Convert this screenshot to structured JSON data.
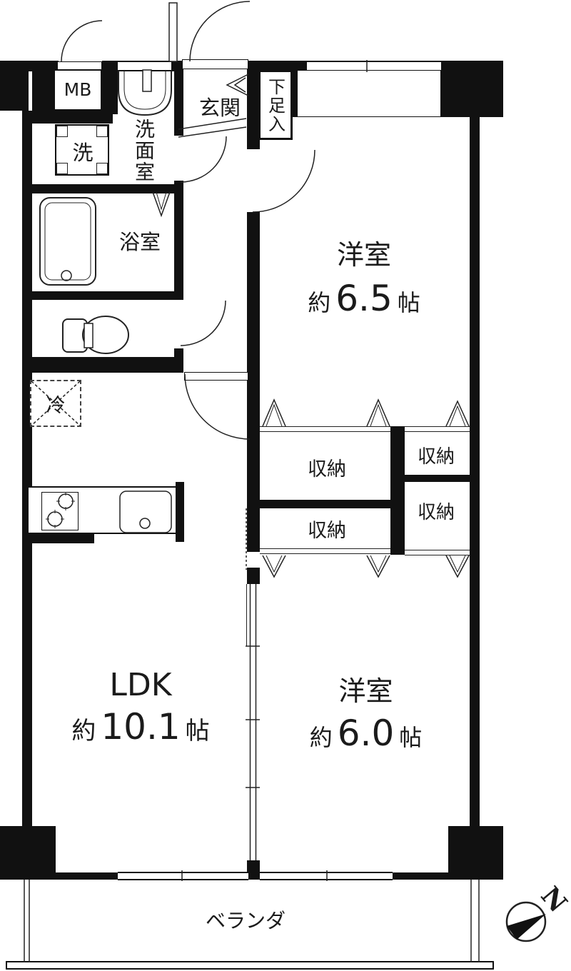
{
  "floorplan": {
    "rooms": {
      "meter_box": {
        "label": "MB"
      },
      "laundry": {
        "label": "洗"
      },
      "washroom": {
        "label": "洗面室"
      },
      "entrance": {
        "label": "玄関"
      },
      "shoe_box": {
        "label": "下足入"
      },
      "bathroom": {
        "label": "浴室"
      },
      "refrigerator": {
        "label": "冷"
      },
      "bedroom_1": {
        "name": "洋室",
        "size_prefix": "約",
        "size_value": "6.5",
        "size_unit": "帖"
      },
      "bedroom_2": {
        "name": "洋室",
        "size_prefix": "約",
        "size_value": "6.0",
        "size_unit": "帖"
      },
      "ldk": {
        "name": "LDK",
        "size_prefix": "約",
        "size_value": "10.1",
        "size_unit": "帖"
      },
      "closets": [
        {
          "label": "収納"
        },
        {
          "label": "収納"
        },
        {
          "label": "収納"
        },
        {
          "label": "収納"
        }
      ],
      "balcony": {
        "label": "ベランダ"
      }
    },
    "compass": {
      "label": "N"
    },
    "colors": {
      "wall": "#111111",
      "line": "#222222",
      "background": "#ffffff"
    }
  }
}
